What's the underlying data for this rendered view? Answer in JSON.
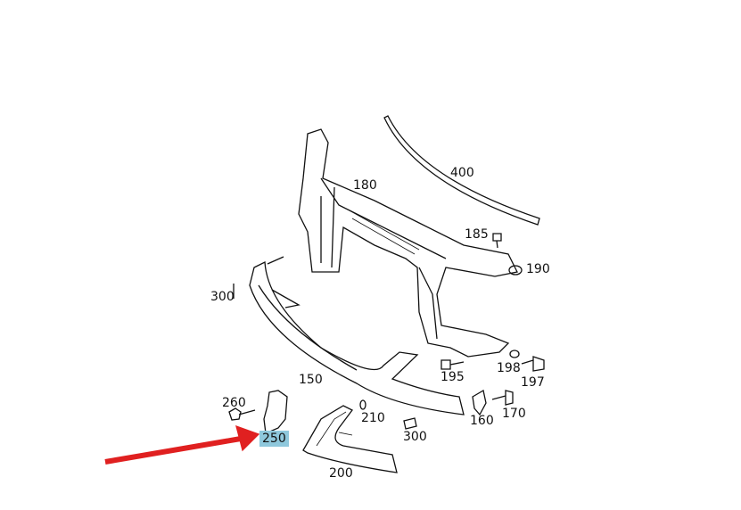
{
  "highlight_color": "#8fc8dc",
  "arrow_color": "#e02020",
  "highlighted_part": "250",
  "labels": {
    "p400": "400",
    "p180": "180",
    "p185": "185",
    "p190": "190",
    "p300a": "300",
    "p150": "150",
    "p195": "195",
    "p198": "198",
    "p197": "197",
    "p260": "260",
    "p210": "210",
    "p300b": "300",
    "p160": "160",
    "p170": "170",
    "p250": "250",
    "p200": "200"
  }
}
